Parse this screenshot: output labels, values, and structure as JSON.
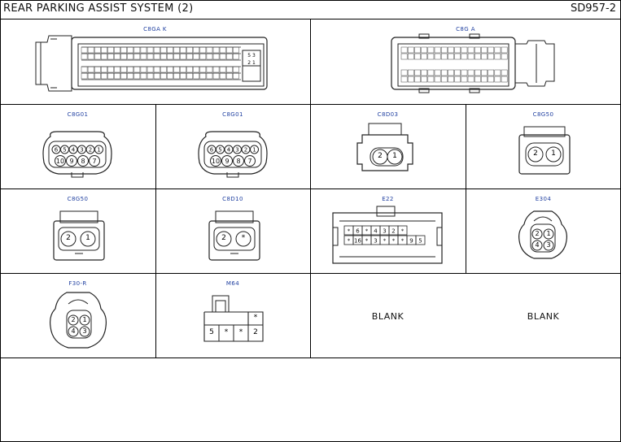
{
  "header": {
    "title": "REAR PARKING ASSIST SYSTEM (2)",
    "code": "SD957-2"
  },
  "connectors": {
    "c1": {
      "label": "C8GA K",
      "side_pins": [
        "5",
        "3",
        "2",
        "1"
      ]
    },
    "c2": {
      "label": "C8G A"
    },
    "c3": {
      "label": "C8G01",
      "pins_top": [
        "6",
        "5",
        "4",
        "3",
        "2",
        "1"
      ],
      "pins_bot": [
        "10",
        "9",
        "8",
        "7"
      ]
    },
    "c4": {
      "label": "C8G01",
      "pins_top": [
        "6",
        "5",
        "4",
        "3",
        "2",
        "1"
      ],
      "pins_bot": [
        "10",
        "9",
        "8",
        "7"
      ]
    },
    "c5": {
      "label": "C8D03",
      "pins": [
        "2",
        "1"
      ]
    },
    "c6": {
      "label": "C8G50",
      "pins": [
        "2",
        "1"
      ]
    },
    "c7": {
      "label": "C8G50",
      "pins": [
        "2",
        "1"
      ]
    },
    "c8": {
      "label": "C8D10",
      "pins": [
        "2",
        "*"
      ]
    },
    "c9": {
      "label": "E22",
      "row1": [
        "*",
        "6",
        "*",
        "4",
        "3",
        "2",
        "*"
      ],
      "row2": [
        "*",
        "16",
        "*",
        "3",
        "*",
        "*",
        "*",
        "9",
        "5"
      ]
    },
    "c10": {
      "label": "E304",
      "pins": [
        "2",
        "1",
        "4",
        "3"
      ]
    },
    "c11": {
      "label": "F30-R",
      "pins": [
        "2",
        "1",
        "4",
        "3"
      ]
    },
    "c12": {
      "label": "M64",
      "pin_top": "*",
      "pins": [
        "5",
        "*",
        "*",
        "2"
      ]
    }
  },
  "blank1": "BLANK",
  "blank2": "BLANK"
}
